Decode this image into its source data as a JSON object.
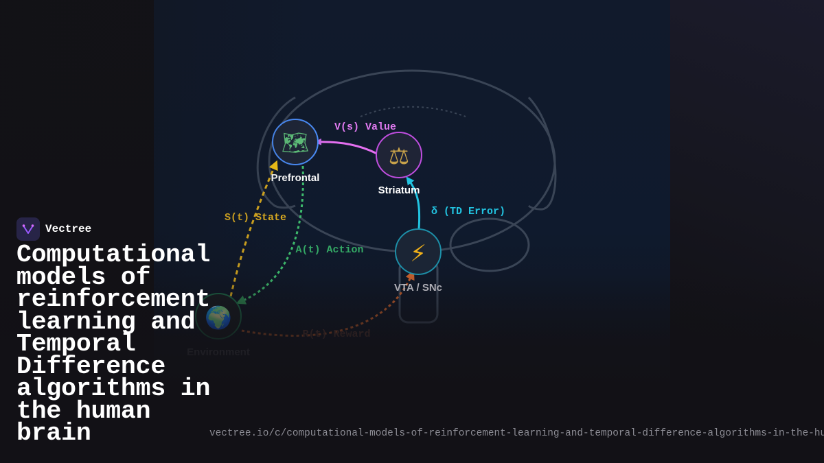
{
  "brand": {
    "name": "Vectree",
    "logo_color": "#9b59ff"
  },
  "headline": "Computational models of reinforcement learning and Temporal Difference algorithms in the human brain",
  "url": "vectree.io/c/computational-models-of-reinforcement-learning-and-temporal-difference-algorithms-in-the-human-brain",
  "diagram": {
    "nodes": [
      {
        "id": "prefrontal",
        "label": "Prefrontal",
        "icon": "map-icon",
        "glyph": "🗺",
        "color": "#4a8cf7",
        "label_color": "#ffffff"
      },
      {
        "id": "striatum",
        "label": "Striatum",
        "icon": "scales-icon",
        "glyph": "⚖",
        "color": "#c04ee0",
        "label_color": "#ffffff"
      },
      {
        "id": "vta",
        "label": "VTA / SNc",
        "icon": "lightning-icon",
        "glyph": "⚡",
        "color": "#1d8fa8",
        "label_color": "#c7c7cf"
      },
      {
        "id": "environment",
        "label": "Environment",
        "icon": "globe-icon",
        "glyph": "🌍",
        "color": "#1e6f4c",
        "label_color": "#5d5f68"
      }
    ],
    "edges": [
      {
        "id": "value",
        "label": "V(s) Value",
        "from": "striatum",
        "to": "prefrontal",
        "color": "#e46ff0",
        "dashed": false
      },
      {
        "id": "td-error",
        "label": "δ (TD Error)",
        "from": "vta",
        "to": "striatum",
        "color": "#22c3e0",
        "dashed": false
      },
      {
        "id": "state",
        "label": "S(t) State",
        "from": "environment",
        "to": "prefrontal",
        "color": "#f5c518",
        "dashed": true
      },
      {
        "id": "action",
        "label": "A(t) Action",
        "from": "prefrontal",
        "to": "environment",
        "color": "#3fbf6f",
        "dashed": true
      },
      {
        "id": "reward",
        "label": "R(t) Reward",
        "from": "environment",
        "to": "vta",
        "color": "#c25e2c",
        "dashed": true
      }
    ],
    "colors": {
      "brain_outline": "#3a4556",
      "state_label": "#e6b422",
      "action_label": "#34a865",
      "value_label": "#e07af0",
      "td_label": "#22c3e0",
      "reward_label": "#5a3a33"
    }
  }
}
